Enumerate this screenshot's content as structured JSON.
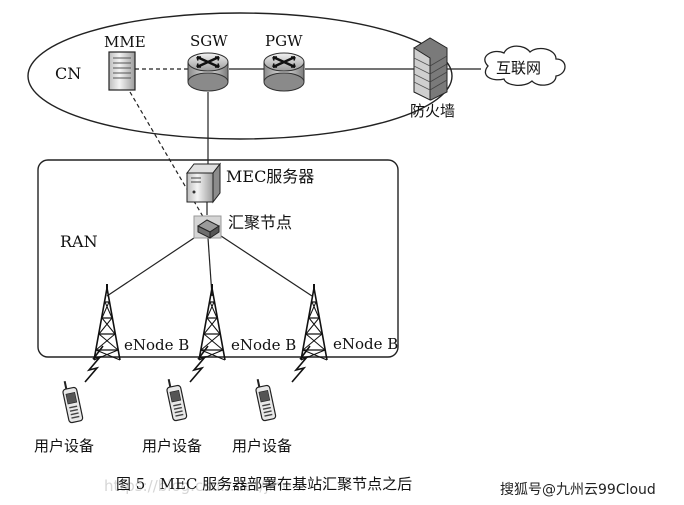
{
  "core_network": {
    "label": "CN"
  },
  "ran": {
    "label": "RAN"
  },
  "nodes": {
    "mme": "MME",
    "sgw": "SGW",
    "pgw": "PGW",
    "firewall": "防火墙",
    "internet": "互联网",
    "mec_server": "MEC服务器",
    "aggregation_node": "汇聚节点"
  },
  "enodebs": [
    "eNode B",
    "eNode B",
    "eNode B"
  ],
  "user_devices": [
    "用户设备",
    "用户设备",
    "用户设备"
  ],
  "caption": "图 5   MEC 服务器部署在基站汇聚节点之后",
  "watermark": {
    "url": "https://blog.csdn.net/jihe...",
    "brand": "搜狐号@九州云99Cloud"
  }
}
